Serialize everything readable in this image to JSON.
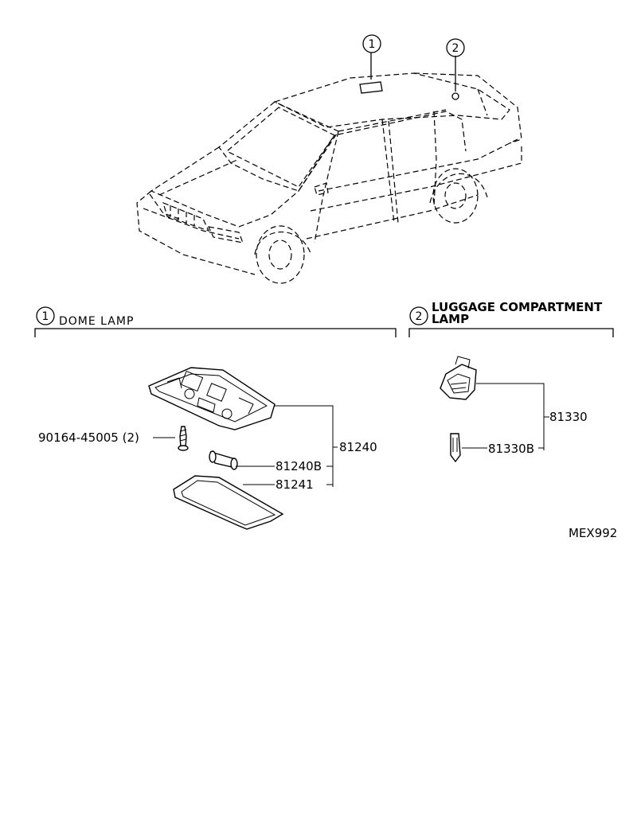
{
  "callouts": [
    {
      "number": "1"
    },
    {
      "number": "2"
    }
  ],
  "sections": [
    {
      "number": "1",
      "title": "DOME LAMP"
    },
    {
      "number": "2",
      "title_line1": "LUGGAGE COMPARTMENT",
      "title_line2": "LAMP"
    }
  ],
  "parts": {
    "dome_lamp_assembly": "81240",
    "dome_bulb": "81240B",
    "dome_lens": "81241",
    "screw": "90164-45005 (2)",
    "luggage_lamp_assembly": "81330",
    "luggage_bulb": "81330B"
  },
  "diagram_code": "MEX992"
}
